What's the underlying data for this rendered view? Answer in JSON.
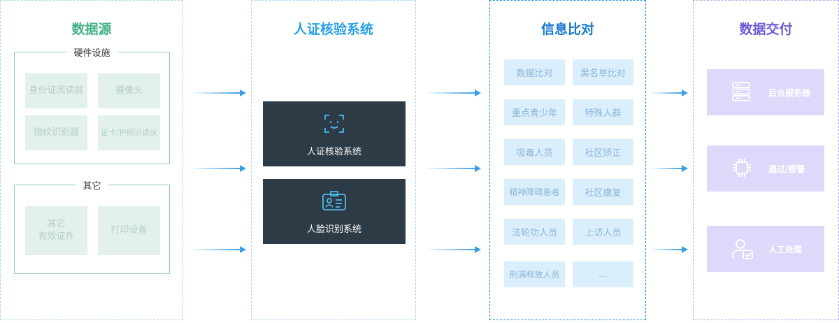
{
  "columns": [
    {
      "title": "数据源"
    },
    {
      "title": "人证核验系统"
    },
    {
      "title": "信息比对"
    },
    {
      "title": "数据交付"
    }
  ],
  "hardware": {
    "label": "硬件设施",
    "items": [
      "身份证阅读器",
      "摄像头",
      "指纹识别器",
      "证卡/护照识读仪"
    ]
  },
  "other": {
    "label": "其它",
    "items": [
      {
        "line1": "其它",
        "line2": "有效证件"
      },
      {
        "line1": "打印设备",
        "line2": ""
      }
    ]
  },
  "systems": [
    {
      "label": "人证核验系统",
      "icon": "face-scan-icon"
    },
    {
      "label": "人脸识别系统",
      "icon": "id-card-icon"
    }
  ],
  "comparisons": [
    "数据比对",
    "黑名单比对",
    "重点青少年",
    "特殊人群",
    "吸毒人员",
    "社区矫正",
    "精神障碍患者",
    "社区康复",
    "法轮功人员",
    "上访人员",
    "刑满释放人员",
    "..."
  ],
  "outputs": [
    {
      "label": "后台服务器",
      "icon": "server-icon"
    },
    {
      "label": "通过/报警",
      "icon": "chip-icon"
    },
    {
      "label": "人工处理",
      "icon": "person-check-icon"
    }
  ],
  "colors": {
    "source": "#43b185",
    "verify": "#2aa0e8",
    "compare": "#1678d0",
    "deliver": "#6e5ad8",
    "system_bg": "#2d3b46",
    "arrow": "#3a9de7"
  }
}
